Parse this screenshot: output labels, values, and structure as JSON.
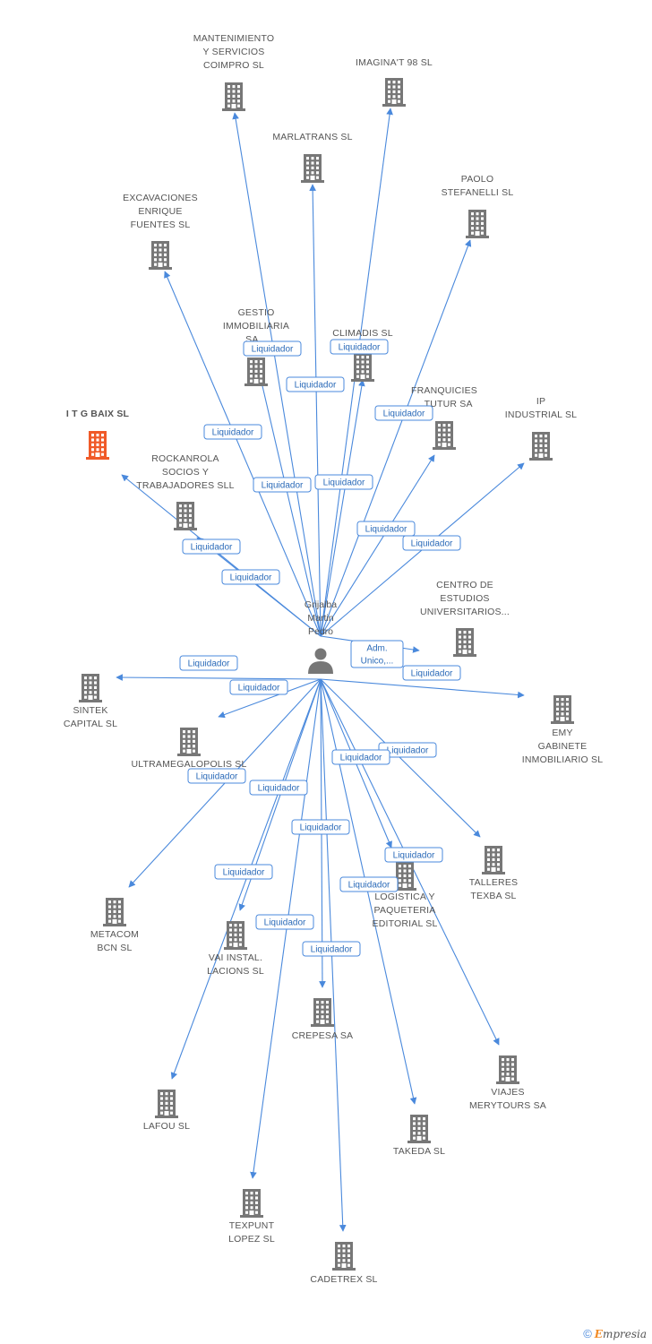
{
  "colors": {
    "edge": "#4a89dc",
    "building": "#777777",
    "highlight": "#f05a28",
    "person": "#777777"
  },
  "person": {
    "lines": [
      "Grijalba",
      "Martin",
      "Pedro"
    ],
    "icon": "person-icon"
  },
  "companies": [
    {
      "id": "mantenimiento",
      "lines": [
        "MANTENIMIENTO",
        "Y SERVICIOS",
        "COIMPRO SL"
      ]
    },
    {
      "id": "imaginat",
      "lines": [
        "IMAGINA'T 98 SL"
      ]
    },
    {
      "id": "marlatrans",
      "lines": [
        "MARLATRANS SL"
      ]
    },
    {
      "id": "paolo",
      "lines": [
        "PAOLO",
        "STEFANELLI SL"
      ]
    },
    {
      "id": "excavaciones",
      "lines": [
        "EXCAVACIONES",
        "ENRIQUE",
        "FUENTES SL"
      ]
    },
    {
      "id": "gestio",
      "lines": [
        "GESTIO",
        "IMMOBILIARIA",
        "SA..."
      ]
    },
    {
      "id": "climadis",
      "lines": [
        "CLIMADIS SL"
      ]
    },
    {
      "id": "franquicies",
      "lines": [
        "FRANQUICIES",
        "...TUTUR SA"
      ]
    },
    {
      "id": "ip",
      "lines": [
        "IP",
        "INDUSTRIAL SL"
      ]
    },
    {
      "id": "itgbaix",
      "lines": [
        "I T G BAIX SL"
      ],
      "highlight": true
    },
    {
      "id": "rockanrola",
      "lines": [
        "ROCKANROLA",
        "SOCIOS Y",
        "TRABAJADORES SLL"
      ]
    },
    {
      "id": "centro",
      "lines": [
        "CENTRO DE",
        "ESTUDIOS",
        "UNIVERSITARIOS..."
      ]
    },
    {
      "id": "sintek",
      "lines": [
        "SINTEK",
        "CAPITAL SL"
      ]
    },
    {
      "id": "emy",
      "lines": [
        "EMY",
        "GABINETE",
        "INMOBILIARIO SL"
      ]
    },
    {
      "id": "ultramega",
      "lines": [
        "ULTRAMEGALOPOLIS SL"
      ]
    },
    {
      "id": "talleres",
      "lines": [
        "TALLERES",
        "TEXBA SL"
      ]
    },
    {
      "id": "logistica",
      "lines": [
        "LOGISTICA Y",
        "PAQUETERIA",
        "EDITORIAL SL"
      ]
    },
    {
      "id": "metacom",
      "lines": [
        "METACOM",
        "BCN SL"
      ]
    },
    {
      "id": "vai",
      "lines": [
        "VAI INSTAL.",
        "LACIONS SL"
      ]
    },
    {
      "id": "crepesa",
      "lines": [
        "CREPESA SA"
      ]
    },
    {
      "id": "viajes",
      "lines": [
        "VIAJES",
        "MERYTOURS SA"
      ]
    },
    {
      "id": "lafou",
      "lines": [
        "LAFOU SL"
      ]
    },
    {
      "id": "takeda",
      "lines": [
        "TAKEDA SL"
      ]
    },
    {
      "id": "texpunt",
      "lines": [
        "TEXPUNT",
        "LOPEZ SL"
      ]
    },
    {
      "id": "cadetrex",
      "lines": [
        "CADETREX SL"
      ]
    }
  ],
  "relations": [
    {
      "to": "mantenimiento",
      "label": [
        "Liquidador"
      ]
    },
    {
      "to": "imaginat",
      "label": [
        "Liquidador"
      ]
    },
    {
      "to": "marlatrans",
      "label": [
        "Liquidador"
      ]
    },
    {
      "to": "paolo",
      "label": [
        "Liquidador"
      ]
    },
    {
      "to": "excavaciones",
      "label": [
        "Liquidador"
      ]
    },
    {
      "to": "gestio",
      "label": [
        "Liquidador"
      ]
    },
    {
      "to": "climadis",
      "label": [
        "Liquidador"
      ]
    },
    {
      "to": "franquicies",
      "label": [
        "Liquidador"
      ]
    },
    {
      "to": "ip",
      "label": [
        "Liquidador"
      ]
    },
    {
      "to": "itgbaix",
      "label": [
        "Liquidador"
      ]
    },
    {
      "to": "rockanrola",
      "label": [
        "Liquidador"
      ]
    },
    {
      "to": "centro",
      "label": [
        "Adm.",
        "Unico,..."
      ]
    },
    {
      "to": "sintek",
      "label": [
        "Liquidador"
      ]
    },
    {
      "to": "emy",
      "label": [
        "Liquidador"
      ]
    },
    {
      "to": "ultramega",
      "label": [
        "Liquidador"
      ]
    },
    {
      "to": "talleres",
      "label": [
        "Liquidador"
      ]
    },
    {
      "to": "logistica",
      "label": [
        "Liquidador"
      ]
    },
    {
      "to": "metacom",
      "label": [
        "Liquidador"
      ]
    },
    {
      "to": "vai",
      "label": [
        "Liquidador"
      ]
    },
    {
      "to": "crepesa",
      "label": [
        "Liquidador"
      ]
    },
    {
      "to": "viajes",
      "label": [
        "Liquidador"
      ]
    },
    {
      "to": "lafou",
      "label": [
        "Liquidador"
      ]
    },
    {
      "to": "takeda",
      "label": [
        "Liquidador"
      ]
    },
    {
      "to": "texpunt",
      "label": [
        "Liquidador"
      ]
    },
    {
      "to": "cadetrex",
      "label": [
        "Liquidador"
      ]
    }
  ],
  "footer": {
    "copyright": "©",
    "brand_first": "E",
    "brand_rest": "mpresia"
  }
}
